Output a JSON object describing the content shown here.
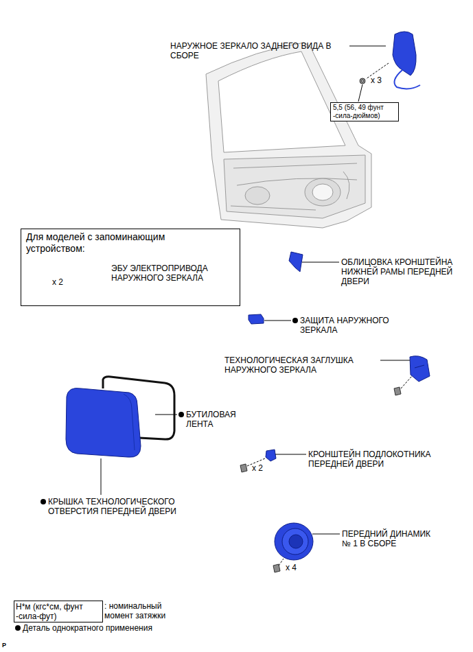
{
  "diagram": {
    "nodes": [
      {
        "text": [
          "5,5 (56, 49 фунт -сила-дюймов)"
        ]
      },
      {
        "text": [
          "Для моделей с запоминающим устройством:",
          "x 2",
          "ЭБУ ЭЛЕКТРОПРИВОДА НАРУЖНОГО ЗЕРКАЛА"
        ]
      },
      {
        "text": [
          "Н*м (кгс*см, фунт -сила-фут)"
        ]
      }
    ],
    "labels": [
      "НАРУЖНОЕ ЗЕРКАЛО ЗАДНЕГО ВИДА В СБОРЕ",
      "x 3",
      "ОБЛИЦОВКА КРОНШТЕЙНА НИЖНЕЙ РАМЫ ПЕРЕДНЕЙ ДВЕРИ",
      "ЗАЩИТА НАРУЖНОГО ЗЕРКАЛА",
      "ТЕХНОЛОГИЧЕСКАЯ ЗАГЛУШКА НАРУЖНОГО ЗЕРКАЛА",
      "БУТИЛОВАЯ ЛЕНТА",
      "КРОНШТЕЙН ПОДЛОКОТНИКА ПЕРЕДНЕЙ ДВЕРИ",
      "x 2",
      "КРЫШКА ТЕХНОЛОГИЧЕСКОГО ОТВЕРСТИЯ ПЕРЕДНЕЙ ДВЕРИ",
      "ПЕРЕДНИЙ ДИНАМИК № 1 В СБОРЕ",
      "x 4",
      "P"
    ],
    "legend": [
      {
        "text": ": номинальный момент затяжки"
      },
      {
        "text": "Деталь однократного применения"
      }
    ]
  }
}
